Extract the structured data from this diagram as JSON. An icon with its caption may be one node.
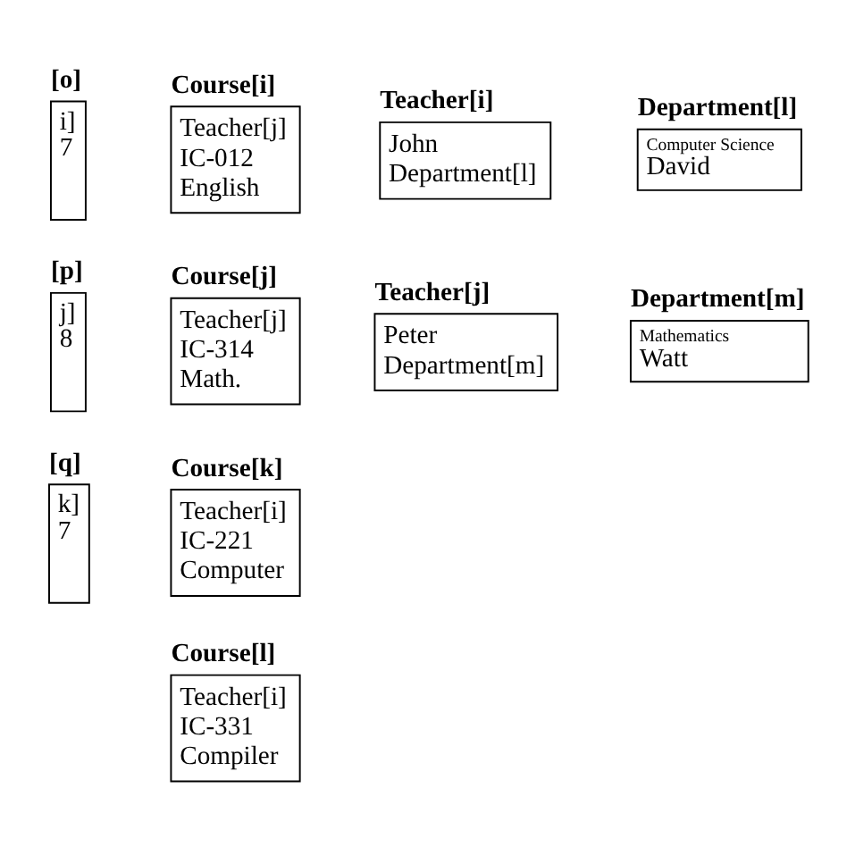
{
  "diagram": {
    "nodes": [
      {
        "text": [
          "[o]",
          "i]",
          "7"
        ]
      },
      {
        "text": [
          "Course[i]",
          "Teacher[j]",
          "IC-012",
          "English"
        ]
      },
      {
        "text": [
          "Teacher[i]",
          "John",
          "Department[l]"
        ]
      },
      {
        "text": [
          "Department[l]",
          "Computer Science",
          "David"
        ]
      },
      {
        "text": [
          "[p]",
          "j]",
          "8"
        ]
      },
      {
        "text": [
          "Course[j]",
          "Teacher[j]",
          "IC-314",
          "Math."
        ]
      },
      {
        "text": [
          "Teacher[j]",
          "Peter",
          "Department[m]"
        ]
      },
      {
        "text": [
          "Department[m]",
          "Mathematics",
          "Watt"
        ]
      },
      {
        "text": [
          "[q]",
          "k]",
          "7"
        ]
      },
      {
        "text": [
          "Course[k]",
          "Teacher[i]",
          "IC-221",
          "Computer"
        ]
      },
      {
        "text": [
          "Course[l]",
          "Teacher[i]",
          "IC-331",
          "Compiler"
        ]
      }
    ],
    "edges": []
  }
}
